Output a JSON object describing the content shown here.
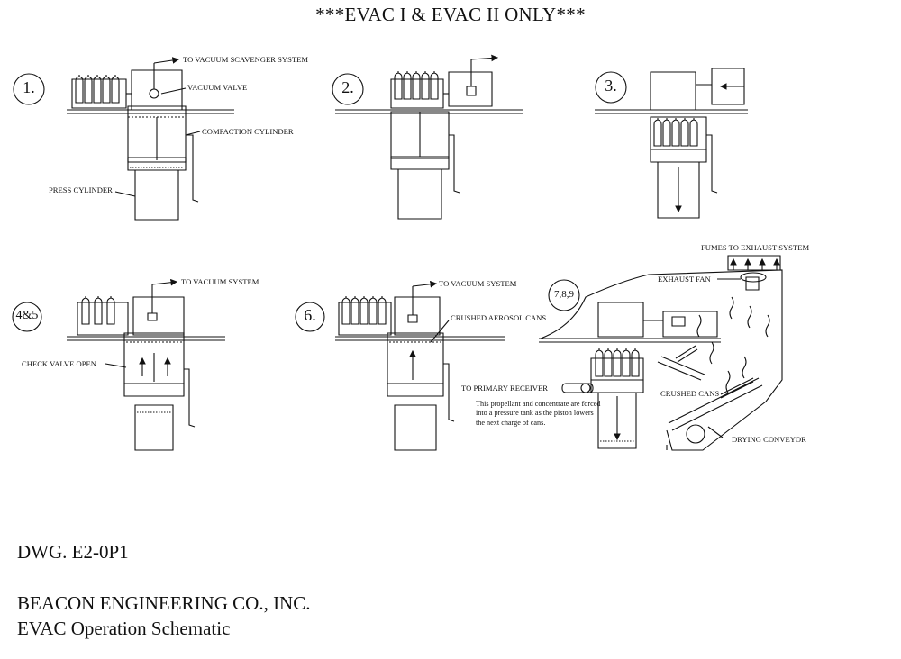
{
  "title": "***EVAC I & EVAC II ONLY***",
  "steps": {
    "s1": "1.",
    "s2": "2.",
    "s3": "3.",
    "s45": "4&5",
    "s6": "6.",
    "s789": "7,8,9"
  },
  "labels": {
    "to_vacuum_scavenger": "TO VACUUM SCAVENGER SYSTEM",
    "vacuum_valve": "VACUUM VALVE",
    "compaction_cylinder": "COMPACTION CYLINDER",
    "press_cylinder": "PRESS CYLINDER",
    "to_vacuum_system_a": "TO VACUUM SYSTEM",
    "to_vacuum_system_b": "TO VACUUM SYSTEM",
    "check_valve_open": "CHECK VALVE OPEN",
    "crushed_aerosol_cans": "CRUSHED AEROSOL CANS",
    "fumes_to_exhaust": "FUMES TO EXHAUST SYSTEM",
    "exhaust_fan": "EXHAUST FAN",
    "to_primary_receiver": "TO PRIMARY RECEIVER",
    "crushed_cans": "CRUSHED CANS",
    "drying_conveyor": "DRYING CONVEYOR"
  },
  "note": "This propellant and concentrate are forced into a pressure tank as the piston lowers the next charge of cans.",
  "footer": {
    "drawing_number": "DWG. E2-0P1",
    "company": "BEACON ENGINEERING CO., INC.",
    "drawing_title": "EVAC Operation Schematic"
  }
}
